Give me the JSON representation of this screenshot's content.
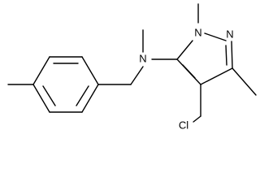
{
  "structure": {
    "atoms": {
      "amine_nitrogen": "N",
      "ring_nitrogen_1": "N",
      "ring_nitrogen_2": "N",
      "chlorine": "Cl"
    },
    "colors": {
      "bond": "#000000",
      "label": "#000000",
      "background": "#ffffff"
    }
  }
}
